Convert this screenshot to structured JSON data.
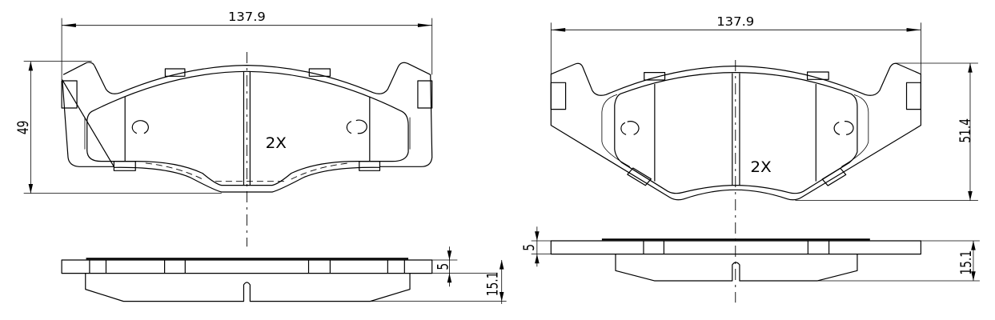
{
  "left_view": {
    "width_dim": "137.9",
    "height_dim": "49",
    "plate_thickness_dim": "5",
    "total_thickness_dim": "15.1",
    "quantity": "2X"
  },
  "right_view": {
    "width_dim": "137.9",
    "height_dim": "51.4",
    "plate_thickness_dim": "5",
    "total_thickness_dim": "15.1",
    "quantity": "2X"
  }
}
